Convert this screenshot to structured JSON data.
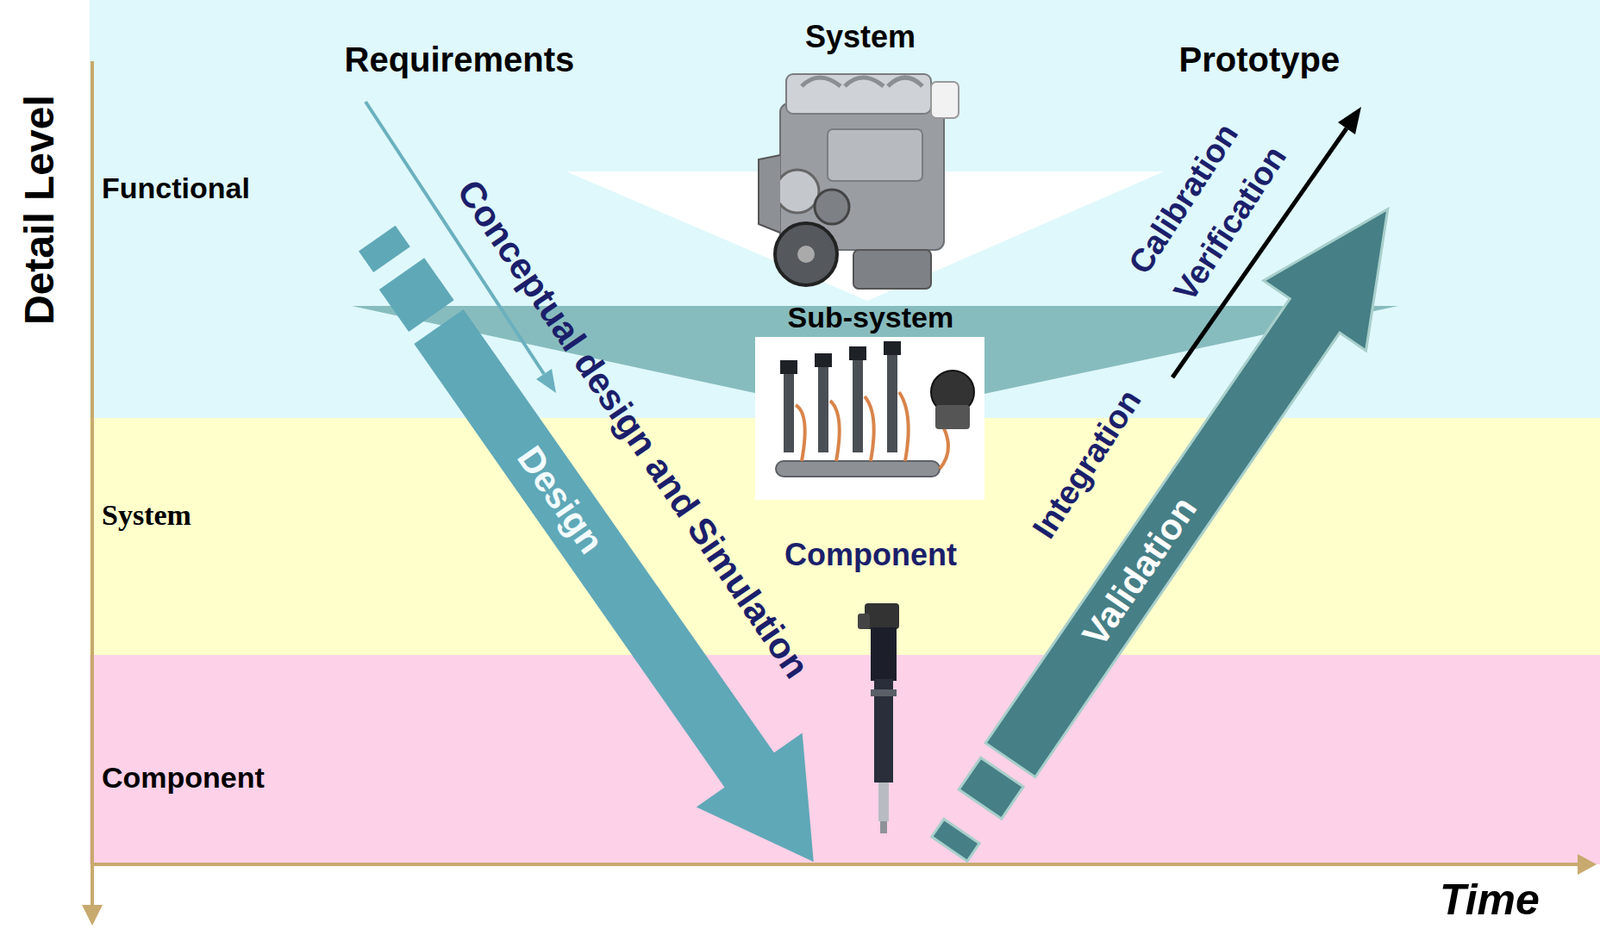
{
  "diagram": {
    "nodes": [
      {
        "text": [
          "Functional"
        ]
      },
      {
        "text": [
          "System"
        ]
      },
      {
        "text": [
          "Component"
        ]
      }
    ],
    "labels": [
      "Detail Level",
      "Requirements",
      "System",
      "Prototype",
      "Conceptual design and Simulation",
      "Sub-system",
      "Calibration",
      "Verification",
      "Integration",
      "Design",
      "Component",
      "Validation",
      "Time"
    ]
  }
}
